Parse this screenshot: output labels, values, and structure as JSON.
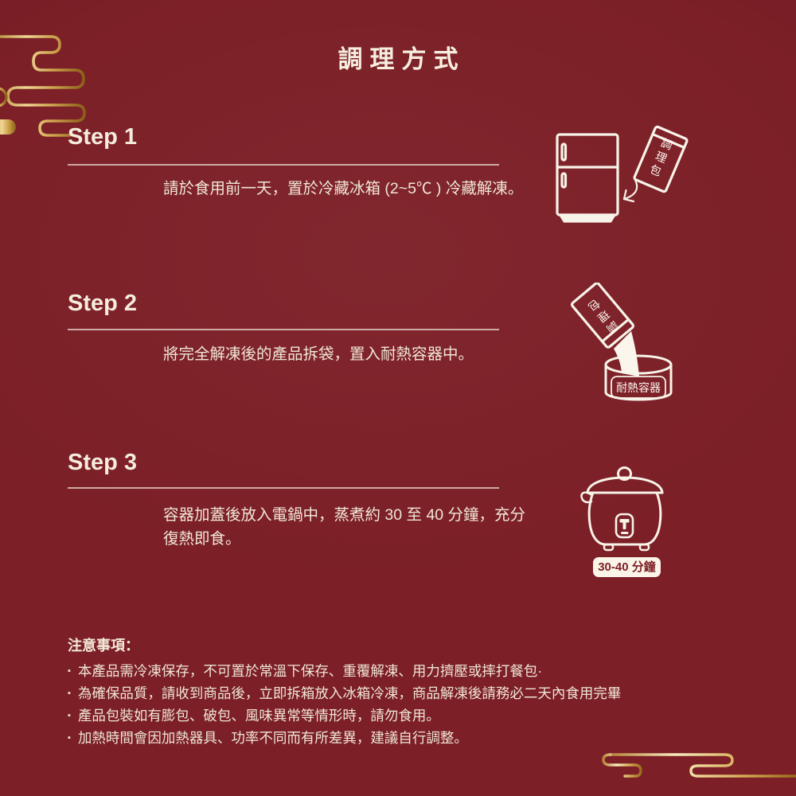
{
  "title": "調理方式",
  "colors": {
    "background": "#7c1f27",
    "text_cream": "#f2e9d8",
    "gold": "#d8a94f",
    "badge_background": "#faf4e8",
    "badge_text": "#7c1f26"
  },
  "steps": [
    {
      "label": "Step 1",
      "description": "請於食用前一天，置於冷藏冰箱 (2~5℃ ) 冷藏解凍。",
      "illustration": "fridge-with-meal-pack",
      "package_tag": "調理包"
    },
    {
      "label": "Step 2",
      "description": "將完全解凍後的產品拆袋，置入耐熱容器中。",
      "illustration": "pack-pouring-into-container",
      "package_tag": "調理包",
      "container_label": "耐熱容器"
    },
    {
      "label": "Step 3",
      "description": "容器加蓋後放入電鍋中，蒸煮約 30 至 40 分鐘，充分復熱即食。",
      "illustration": "rice-cooker",
      "duration_badge": "30-40 分鐘"
    }
  ],
  "notes": {
    "heading": "注意事項：",
    "bullet": "▪",
    "items": [
      "本產品需冷凍保存，不可置於常溫下保存、重覆解凍、用力擠壓或摔打餐包·",
      "為確保品質，請收到商品後，立即拆箱放入冰箱冷凍，商品解凍後請務必二天內食用完畢",
      "產品包裝如有膨包、破包、風味異常等情形時，請勿食用。",
      "加熱時間會因加熱器具、功率不同而有所差異，建議自行調整。"
    ]
  }
}
